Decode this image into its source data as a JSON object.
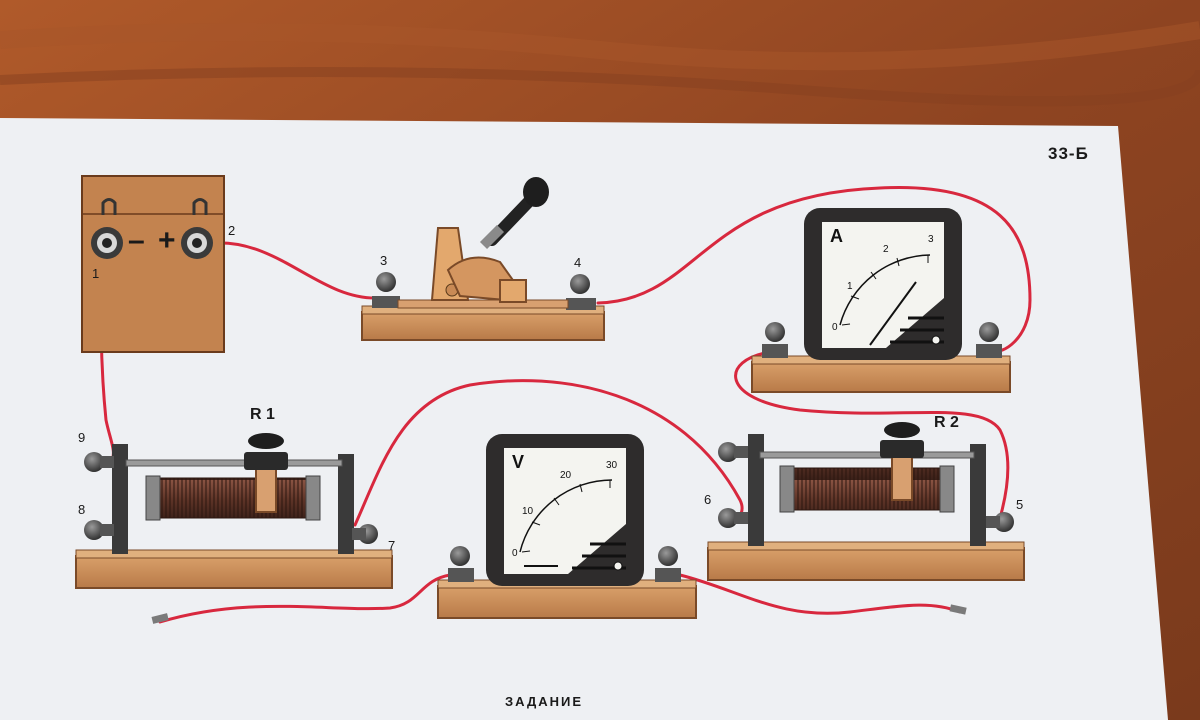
{
  "sheet": {
    "code": "33-Б",
    "task": "ЗАДАНИЕ"
  },
  "battery": {
    "minus": "–",
    "plus": "+"
  },
  "terminals": {
    "t1": "1",
    "t2": "2",
    "t3": "3",
    "t4": "4",
    "t5": "5",
    "t6": "6",
    "t7": "7",
    "t8": "8",
    "t9": "9"
  },
  "rheostats": {
    "r1": "R 1",
    "r2": "R 2"
  },
  "ammeter": {
    "unit": "A",
    "ticks": [
      "0",
      "1",
      "2",
      "3"
    ],
    "reading": 2.3,
    "max": 3
  },
  "voltmeter": {
    "unit": "V",
    "ticks": [
      "0",
      "10",
      "20",
      "30"
    ],
    "reading": 0,
    "max": 30
  },
  "colors": {
    "table": "#9a4a22",
    "paper": "#eef0f3",
    "wire": "#d8283e",
    "wood": "#c98a55",
    "wood_dark": "#8c5a33",
    "meter_body": "#2e2c2c",
    "dial": "#f4f4f0",
    "coil": "#6e4034"
  }
}
